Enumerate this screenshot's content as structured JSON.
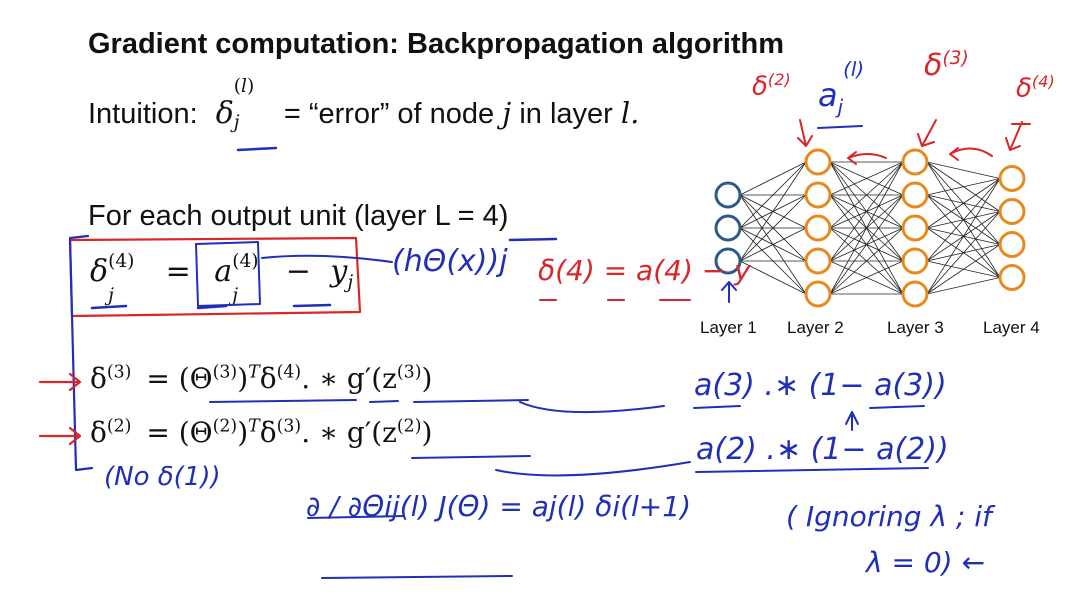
{
  "title": "Gradient computation: Backpropagation algorithm",
  "intuition": {
    "label": "Intuition:",
    "text_error": "= “error” of node",
    "text_in_layer": "in layer",
    "var_j": "j",
    "var_l": "l."
  },
  "output_unit": {
    "label": "For each output unit (layer L = 4)"
  },
  "equations": {
    "d4_rhs_minus": "−",
    "d3_eq": "= (Θ",
    "d3_tail": ". ∗ g′(z",
    "d2_eq": "= (Θ",
    "d2_tail": ". ∗ g′(z"
  },
  "network": {
    "layers": [
      {
        "label": "Layer 1",
        "nodes": 3,
        "color": "#2e5a87"
      },
      {
        "label": "Layer 2",
        "nodes": 5,
        "color": "#e8891d"
      },
      {
        "label": "Layer 3",
        "nodes": 5,
        "color": "#e8891d"
      },
      {
        "label": "Layer 4",
        "nodes": 4,
        "color": "#e8891d"
      }
    ]
  },
  "handwriting": {
    "h_theta": "(hΘ(x))j",
    "delta4_eq": "δ(4) = a(4) − y",
    "deriv_a3": "a(3) .∗ (1− a(3))",
    "deriv_a2": "a(2) .∗ (1− a(2))",
    "no_delta1": "(No   δ(1))",
    "partial": "∂ / ∂Θij(l)  J(Θ) = aj(l) δi(l+1)",
    "ignoring": "( Ignoring λ ; if",
    "lambda_zero": "λ = 0) ←"
  },
  "colors": {
    "text": "#111111",
    "red_ink": "#d9262b",
    "blue_ink": "#1f2fb8",
    "node_orange": "#e8891d",
    "node_blue": "#2e5a87"
  }
}
